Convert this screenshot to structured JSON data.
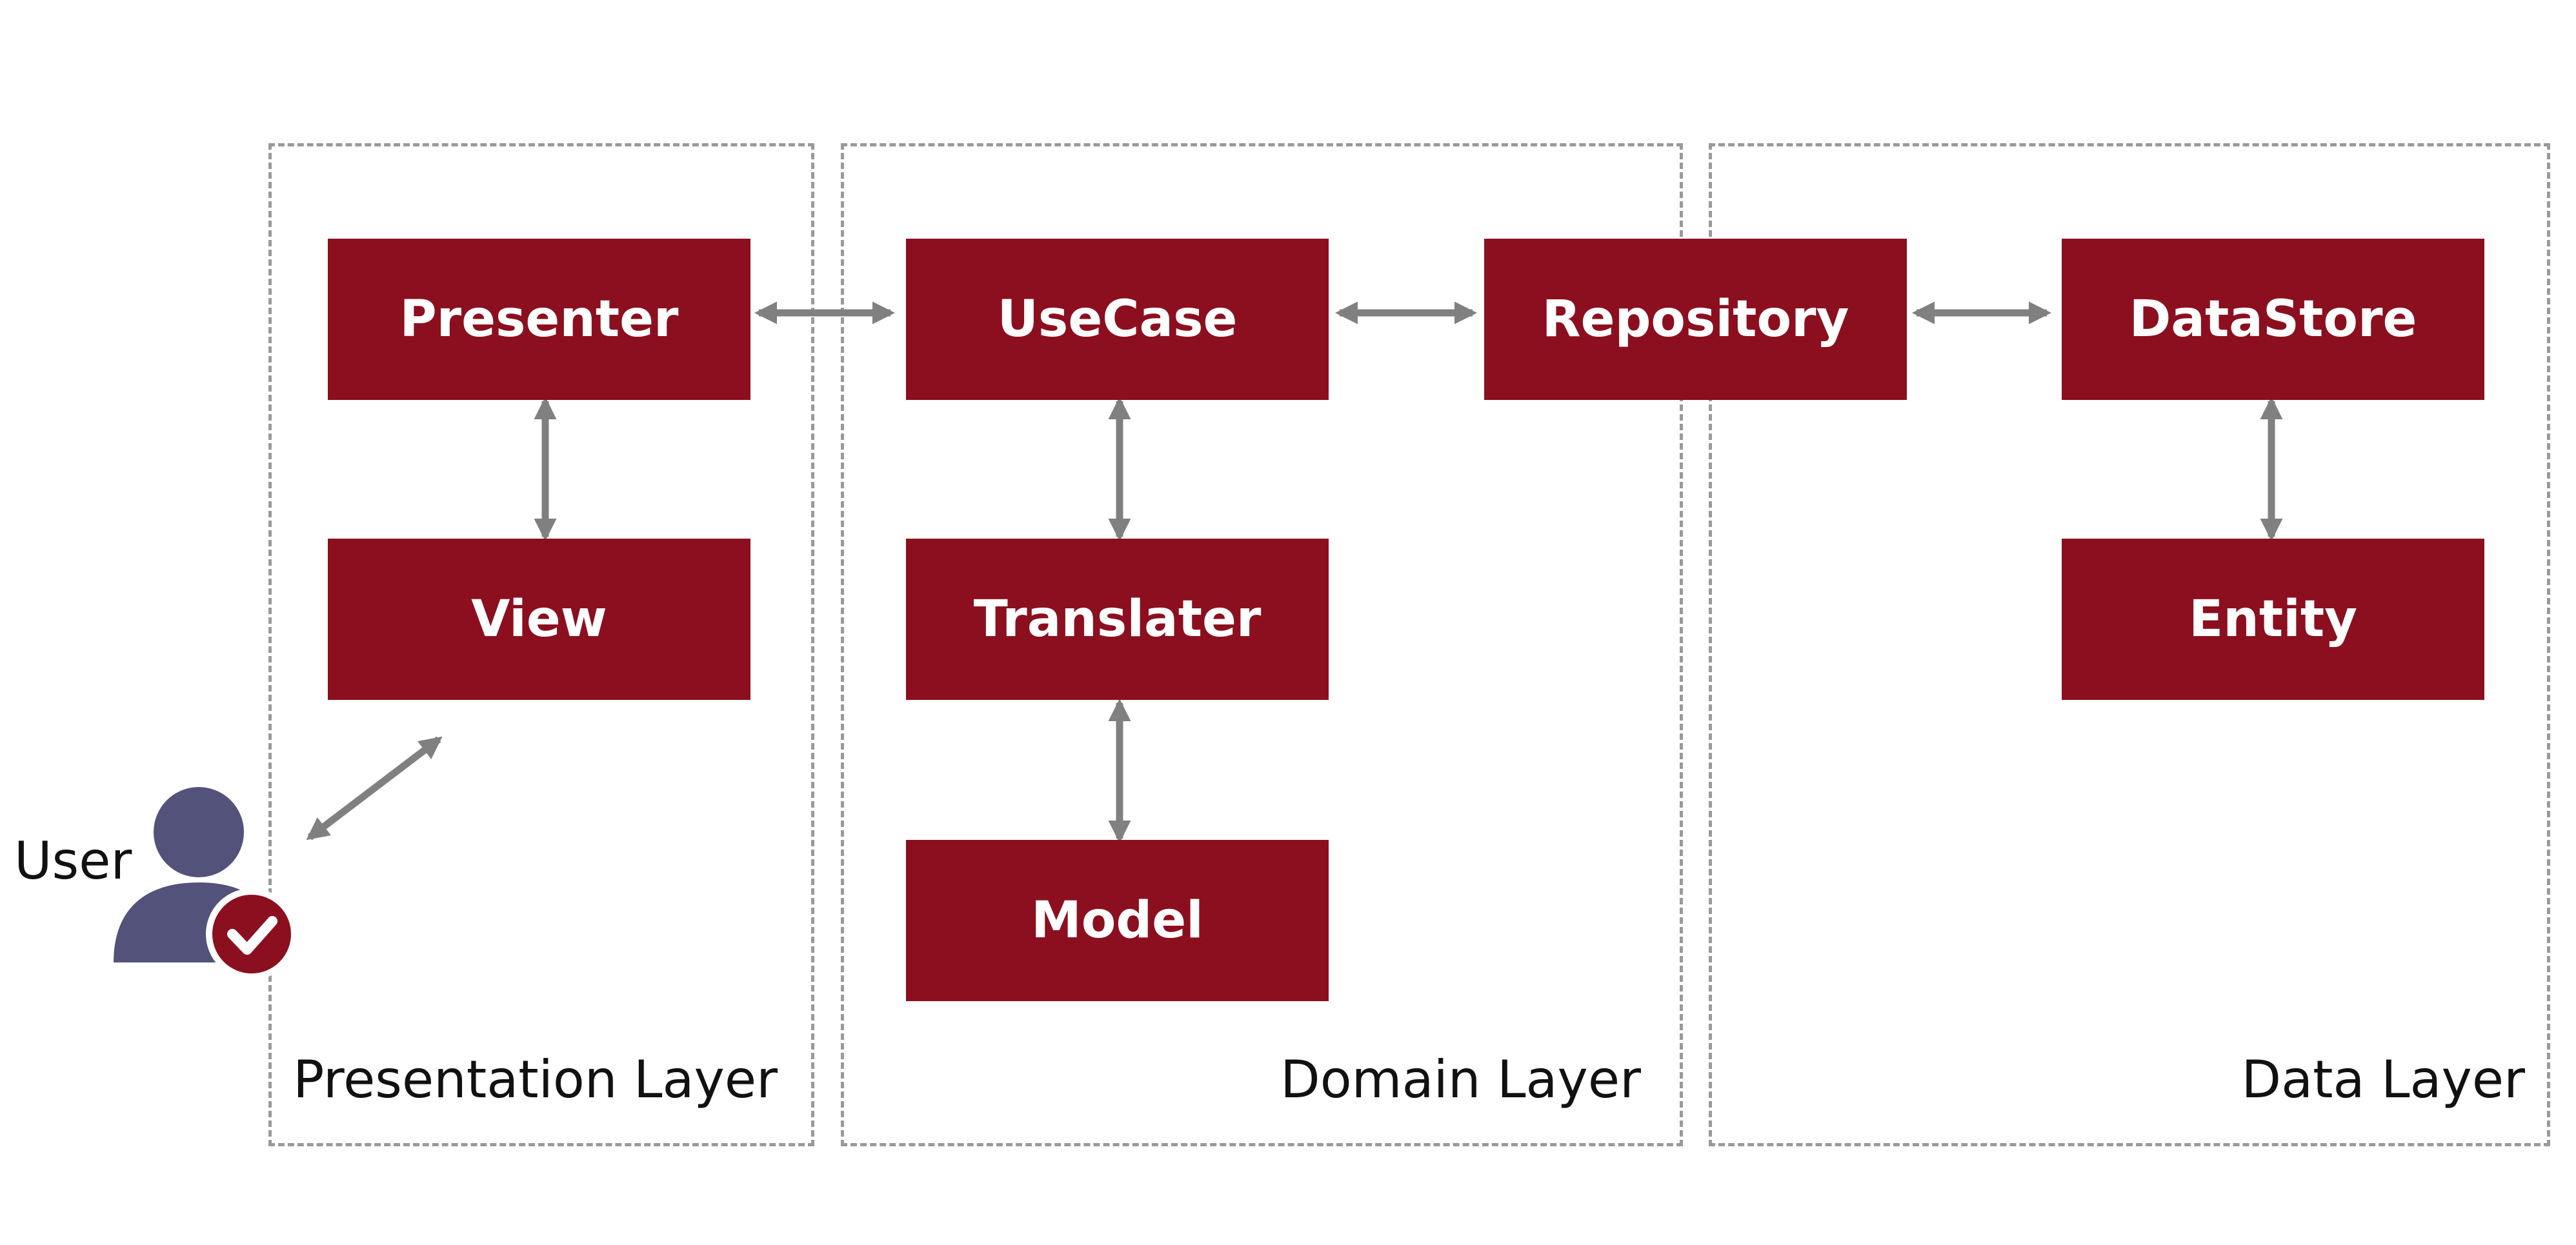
{
  "colors": {
    "box_fill": "#8c0f1f",
    "box_text": "#ffffff",
    "arrow": "#808080",
    "layer_border": "#9a9a9a",
    "user_figure": "#53527a",
    "badge": "#8c0f1f"
  },
  "layers": {
    "presentation": "Presentation Layer",
    "domain": "Domain Layer",
    "data": "Data Layer"
  },
  "boxes": {
    "presenter": "Presenter",
    "view": "View",
    "usecase": "UseCase",
    "translater": "Translater",
    "model": "Model",
    "repository": "Repository",
    "datastore": "DataStore",
    "entity": "Entity"
  },
  "user": {
    "label": "User",
    "icon": "user-check-icon"
  },
  "connections": [
    {
      "from": "Presenter",
      "to": "UseCase",
      "type": "bidirectional"
    },
    {
      "from": "UseCase",
      "to": "Repository",
      "type": "bidirectional"
    },
    {
      "from": "Repository",
      "to": "DataStore",
      "type": "bidirectional"
    },
    {
      "from": "Presenter",
      "to": "View",
      "type": "bidirectional"
    },
    {
      "from": "UseCase",
      "to": "Translater",
      "type": "bidirectional"
    },
    {
      "from": "Translater",
      "to": "Model",
      "type": "bidirectional"
    },
    {
      "from": "DataStore",
      "to": "Entity",
      "type": "bidirectional"
    },
    {
      "from": "User",
      "to": "View",
      "type": "bidirectional"
    }
  ]
}
